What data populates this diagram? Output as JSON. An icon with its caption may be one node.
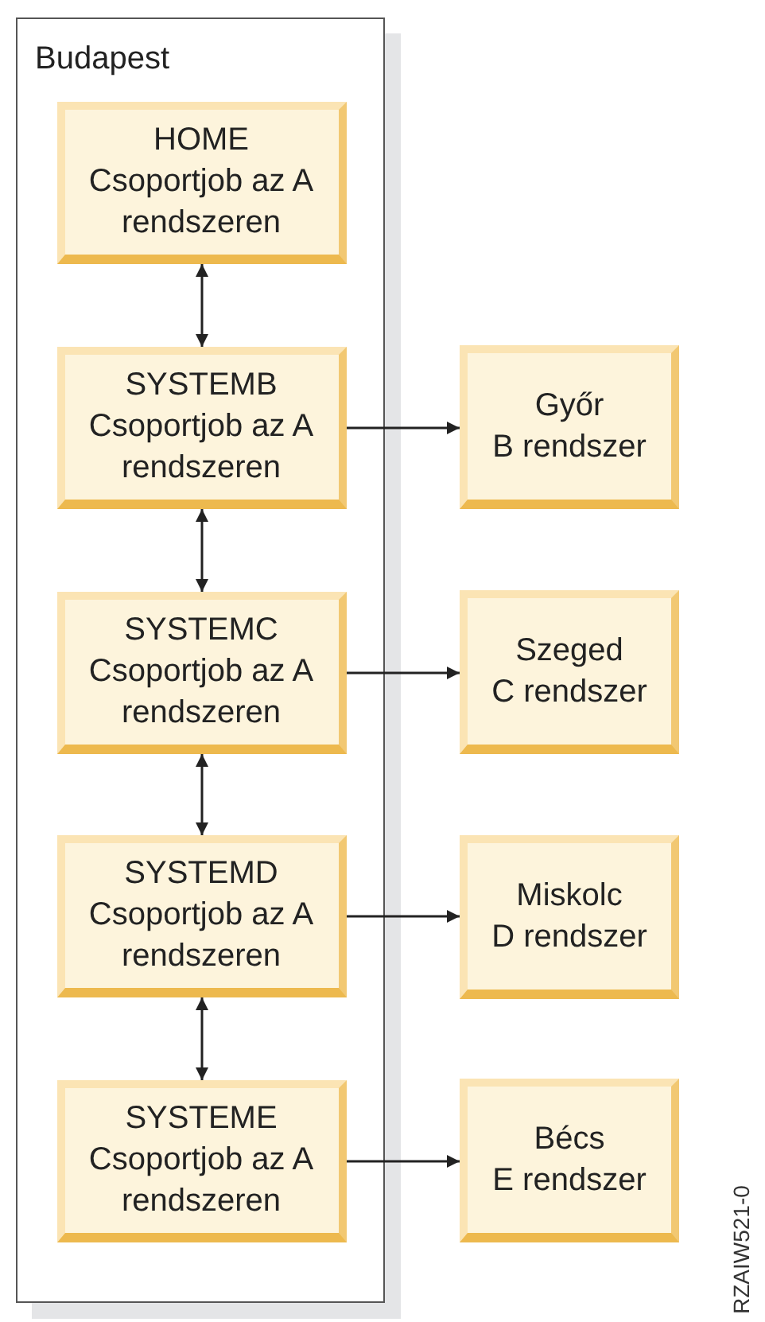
{
  "diagram": {
    "nodes": [
      {
        "text": [
          "Budapest"
        ]
      },
      {
        "text": [
          "HOME",
          "Csoportjob az A rendszeren"
        ],
        "in": 0
      },
      {
        "text": [
          "SYSTEMB",
          "Csoportjob az A rendszeren"
        ],
        "in": 0
      },
      {
        "text": [
          "SYSTEMC",
          "Csoportjob az A rendszeren"
        ],
        "in": 0
      },
      {
        "text": [
          "SYSTEMD",
          "Csoportjob az A rendszeren"
        ],
        "in": 0
      },
      {
        "text": [
          "SYSTEME",
          "Csoportjob az A rendszeren"
        ],
        "in": 0
      },
      {
        "text": [
          "Győr",
          "B rendszer"
        ]
      },
      {
        "text": [
          "Szeged",
          "C rendszer"
        ]
      },
      {
        "text": [
          "Miskolc",
          "D rendszer"
        ]
      },
      {
        "text": [
          "Bécs",
          "E rendszer"
        ]
      }
    ],
    "edges": [
      {
        "from": 1,
        "to": 2,
        "arrow": "both"
      },
      {
        "from": 2,
        "to": 3,
        "arrow": "both"
      },
      {
        "from": 3,
        "to": 4,
        "arrow": "both"
      },
      {
        "from": 4,
        "to": 5,
        "arrow": "both"
      },
      {
        "from": 2,
        "to": 6,
        "arrow": "to"
      },
      {
        "from": 3,
        "to": 7,
        "arrow": "to"
      },
      {
        "from": 4,
        "to": 8,
        "arrow": "to"
      },
      {
        "from": 5,
        "to": 9,
        "arrow": "to"
      }
    ],
    "labels": [
      "RZAIW521-0"
    ]
  }
}
